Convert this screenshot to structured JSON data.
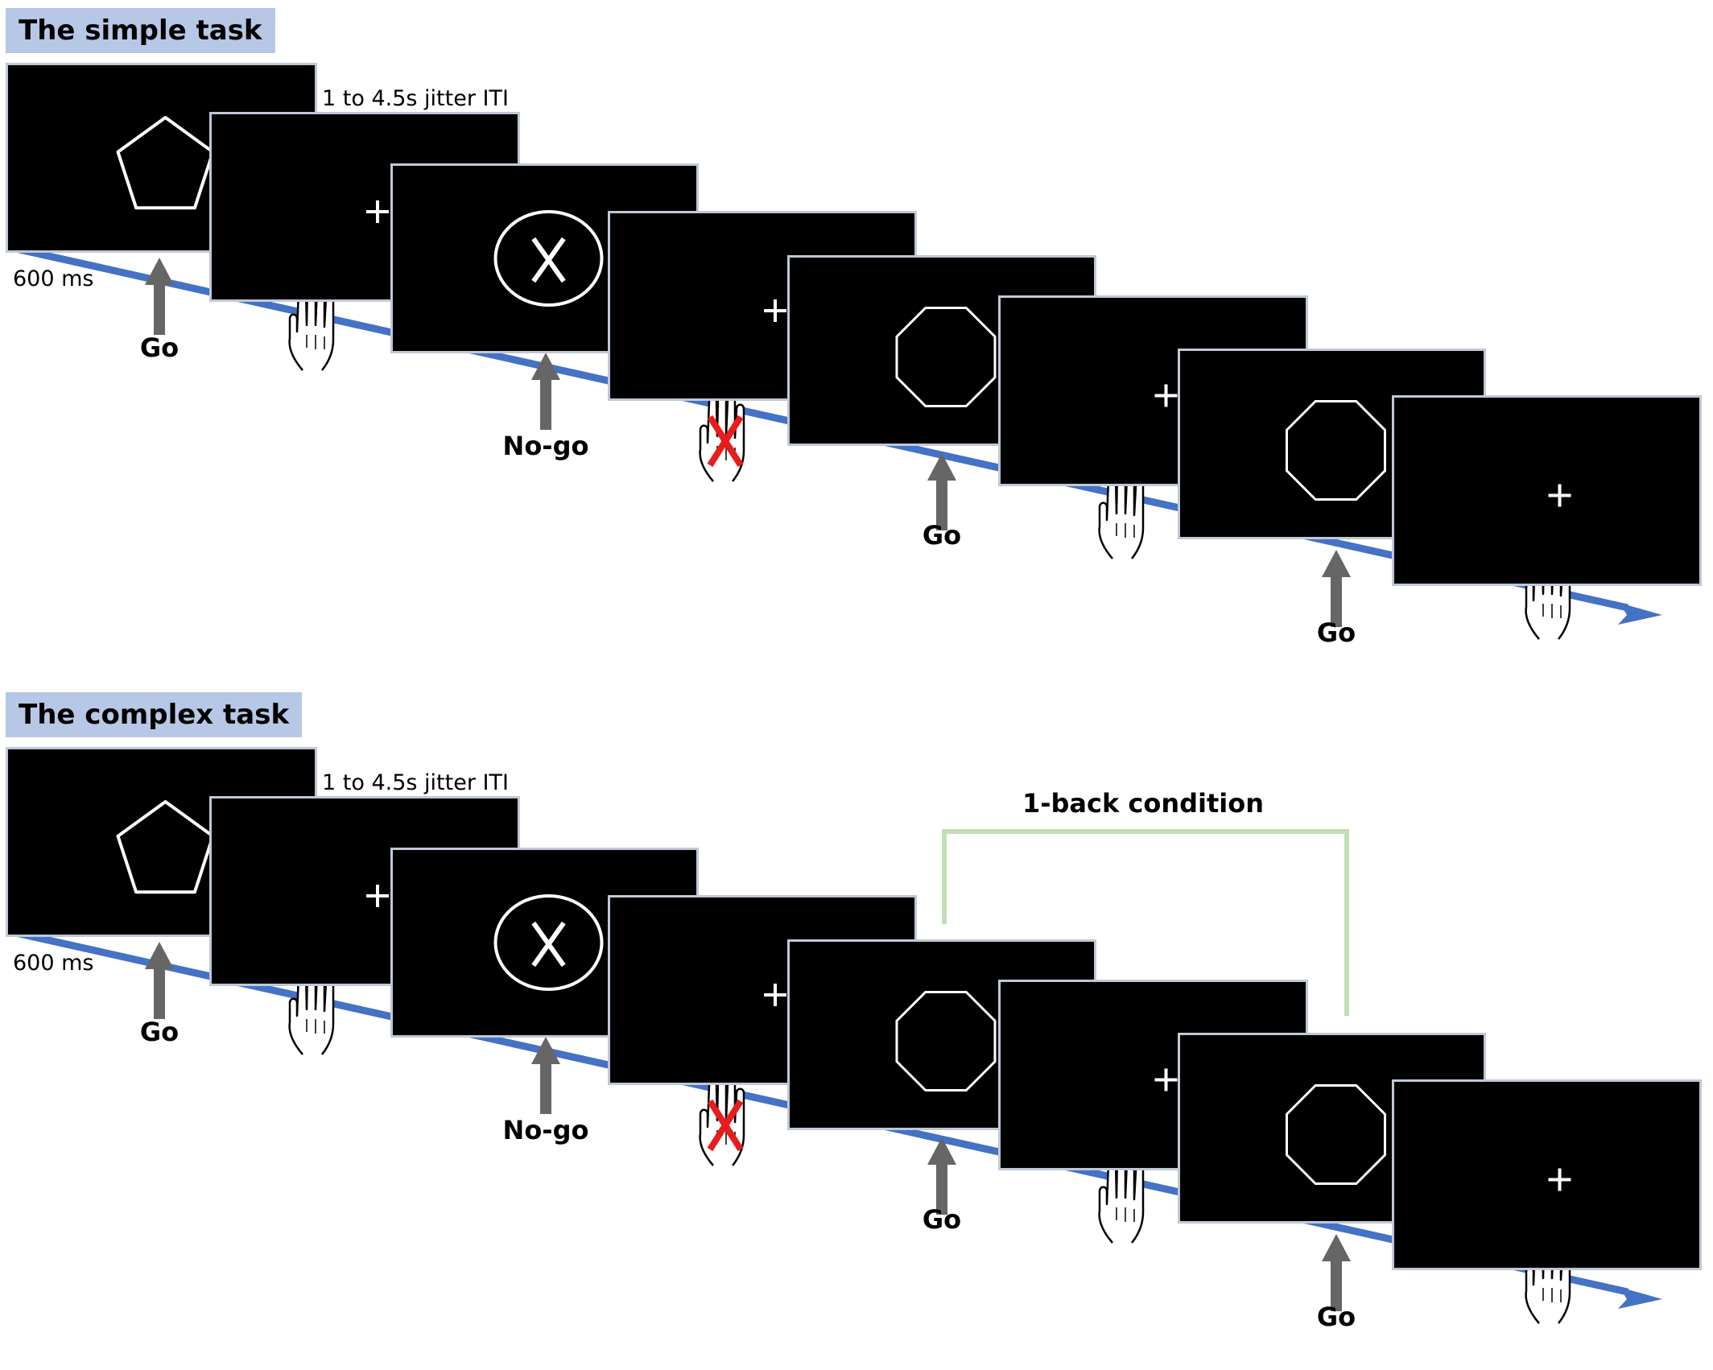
{
  "panels": [
    {
      "title": "The simple task",
      "iti_label": "1 to 4.5s jitter ITI",
      "duration_label": "600 ms",
      "trial_labels": [
        "Go",
        "No-go",
        "Go",
        "Go"
      ]
    },
    {
      "title": "The complex task",
      "iti_label": "1 to 4.5s jitter ITI",
      "duration_label": "600 ms",
      "trial_labels": [
        "Go",
        "No-go",
        "Go",
        "Go"
      ],
      "condition_label": "1-back condition"
    }
  ],
  "colors": {
    "timeline": "#4472c4",
    "arrow": "#666666",
    "title_bg": "#b7c8e6",
    "bracket": "#c3deb3",
    "no_response_x": "#e81c1c",
    "fingertip": "#e81c1c"
  },
  "stimuli": [
    "pentagon",
    "fixation-cross",
    "circle-x",
    "fixation-cross",
    "octagon",
    "fixation-cross",
    "octagon",
    "fixation-cross"
  ],
  "responses": [
    "respond-hand-icon",
    "withhold-hand-icon",
    "respond-hand-icon",
    "respond-hand-icon"
  ]
}
